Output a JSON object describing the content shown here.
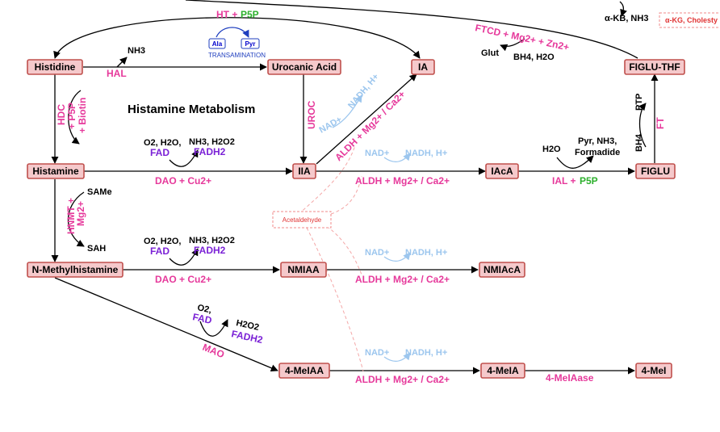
{
  "title": "Histamine Metabolism",
  "nodes": {
    "histidine": "Histidine",
    "urocanic_acid": "Urocanic Acid",
    "ia": "IA",
    "figlu_thf": "FIGLU-THF",
    "histamine": "Histamine",
    "iia": "IIA",
    "iaca": "IAcA",
    "figlu": "FIGLU",
    "n_methylhistamine": "N-Methylhistamine",
    "nmiaa": "NMIAA",
    "nmiaca": "NMIAcA",
    "mei_aa": "4-MeIAA",
    "meia": "4-MeIA",
    "mei": "4-MeI"
  },
  "labels": {
    "ht": "HT +",
    "p5p": "P5P",
    "ala": "Ala",
    "pyr": "Pyr",
    "transamination": "TRANSAMINATION",
    "nh3": "NH3",
    "hal": "HAL",
    "ftcd": "FTCD + Mg2+ + Zn2+",
    "glut": "Glut",
    "bh4_h2o": "BH4, H2O",
    "akb_nh3": "α-KB, NH3",
    "akg": "α-KG, Cholesty",
    "hdc": "HDC",
    "hdc_p5p": "+ P5P",
    "hdc_biotin": "+ Biotin",
    "uroc": "UROC",
    "ptp": "PTP",
    "ft": "FT",
    "bh4": "BH4",
    "o2_h2o_1": "O2, H2O,",
    "fad_1": "FAD",
    "nh3_h2o2_1": "NH3, H2O2",
    "fadh2_1": "FADH2",
    "dao_1": "DAO + Cu2+",
    "nad_up": "NAD+",
    "nadh_up": "NADH, H+",
    "aldh_diag": "ALDH + Mg2+ / Ca2+",
    "nad_1": "NAD+",
    "nadh_1": "NADH, H+",
    "aldh_1": "ALDH + Mg2+ / Ca2+",
    "h2o": "H2O",
    "pyr_nh3": "Pyr, NH3,",
    "formadide": "Formadide",
    "ial": "IAL +",
    "ial_p5p": "P5P",
    "same": "SAMe",
    "hnmt": "HNMT +",
    "hnmt_mg": "Mg2+",
    "sah": "SAH",
    "acetaldehyde": "Acetaldehyde",
    "o2_h2o_2": "O2, H2O,",
    "fad_2": "FAD",
    "nh3_h2o2_2": "NH3, H2O2",
    "fadh2_2": "FADH2",
    "dao_2": "DAO + Cu2+",
    "nad_2": "NAD+",
    "nadh_2": "NADH, H+",
    "aldh_2": "ALDH + Mg2+ / Ca2+",
    "o2_3": "O2,",
    "fad_3": "FAD",
    "h2o2_3": "H2O2",
    "fadh2_3": "FADH2",
    "mao": "MAO",
    "nad_3": "NAD+",
    "nadh_3": "NADH, H+",
    "aldh_3": "ALDH + Mg2+ / Ca2+",
    "meiaase": "4-MeIAase"
  },
  "colors": {
    "node_fill": "#f5c9cb",
    "node_stroke": "#c0504d",
    "enzyme": "#e6399b",
    "cofactor_purple": "#7b22d6",
    "green": "#2db02d",
    "light_blue": "#9cc6ee",
    "dark_blue": "#1f3fbf"
  }
}
